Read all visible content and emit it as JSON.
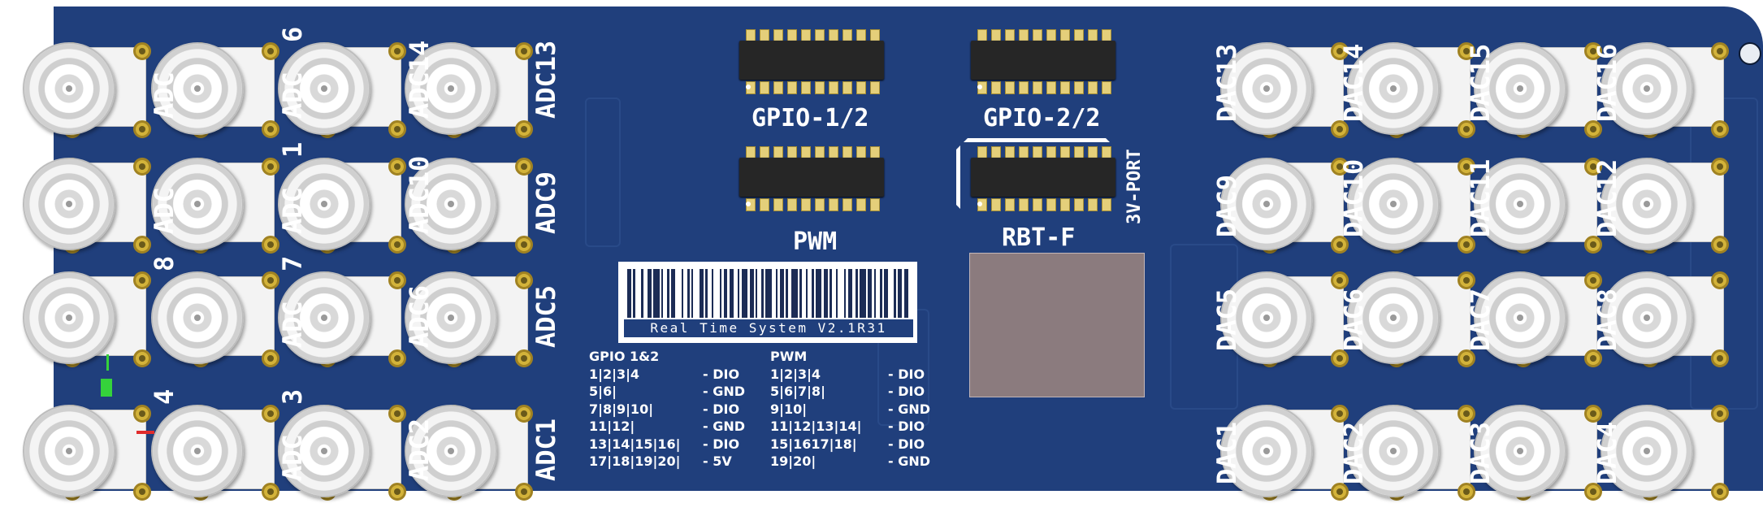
{
  "board": {
    "colors": {
      "pcb": "#203f7c",
      "silkscreen": "#ffffff",
      "chip": "#262626",
      "pad": "#d3b33a",
      "thermal_pad": "#8b7b7e"
    },
    "adc_labels": [
      [
        "ADC",
        "ADC",
        "ADC14",
        "ADC13"
      ],
      [
        "ADC",
        "ADC",
        "ADC10",
        "ADC9"
      ],
      [
        "",
        "ADC",
        "ADC6",
        "ADC5"
      ],
      [
        "",
        "ADC",
        "ADC2",
        "ADC1"
      ]
    ],
    "adc_partial_digits": [
      [
        "",
        "6",
        "",
        ""
      ],
      [
        "",
        "1",
        "",
        ""
      ],
      [
        "8",
        "7",
        "",
        ""
      ],
      [
        "4",
        "3",
        "",
        ""
      ]
    ],
    "dac_labels": [
      [
        "DAC13",
        "DAC14",
        "DAC15",
        "DAC16"
      ],
      [
        "DAC9",
        "DAC10",
        "DAC11",
        "DAC12"
      ],
      [
        "DAC5",
        "DAC6",
        "DAC7",
        "DAC8"
      ],
      [
        "DAC1",
        "DAC2",
        "DAC3",
        "DAC4"
      ]
    ],
    "chips": {
      "gpio1": "GPIO-1/2",
      "gpio2": "GPIO-2/2",
      "pwm": "PWM",
      "rbt": "RBT-F",
      "port": "3V-PORT"
    },
    "barcode_text": "Real Time System V2.1R31",
    "pin_tables": {
      "gpio": {
        "title": "GPIO 1&2",
        "rows": [
          {
            "pins": "1|2|3|4",
            "func": "- DIO"
          },
          {
            "pins": "5|6|",
            "func": "- GND"
          },
          {
            "pins": "7|8|9|10|",
            "func": "- DIO"
          },
          {
            "pins": "11|12|",
            "func": "- GND"
          },
          {
            "pins": "13|14|15|16|",
            "func": "- DIO"
          },
          {
            "pins": "17|18|19|20|",
            "func": "- 5V"
          }
        ]
      },
      "pwm": {
        "title": "PWM",
        "rows": [
          {
            "pins": "1|2|3|4",
            "func": "- DIO"
          },
          {
            "pins": "5|6|7|8|",
            "func": "- DIO"
          },
          {
            "pins": "9|10|",
            "func": "- GND"
          },
          {
            "pins": "11|12|13|14|",
            "func": "- DIO"
          },
          {
            "pins": "15|1617|18|",
            "func": "- DIO"
          },
          {
            "pins": "19|20|",
            "func": "- GND"
          }
        ]
      }
    }
  }
}
